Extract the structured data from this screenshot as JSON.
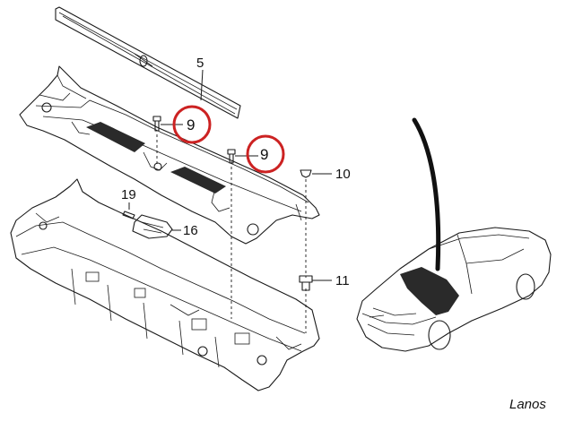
{
  "callouts": {
    "part_5": "5",
    "part_9a": "9",
    "part_9b": "9",
    "part_10": "10",
    "part_11": "11",
    "part_16": "16",
    "part_19": "19"
  },
  "model_label": "Lanos",
  "colors": {
    "highlight_circle": "#cc2222",
    "line": "#1a1a1a",
    "hood_fill": "#111111"
  }
}
